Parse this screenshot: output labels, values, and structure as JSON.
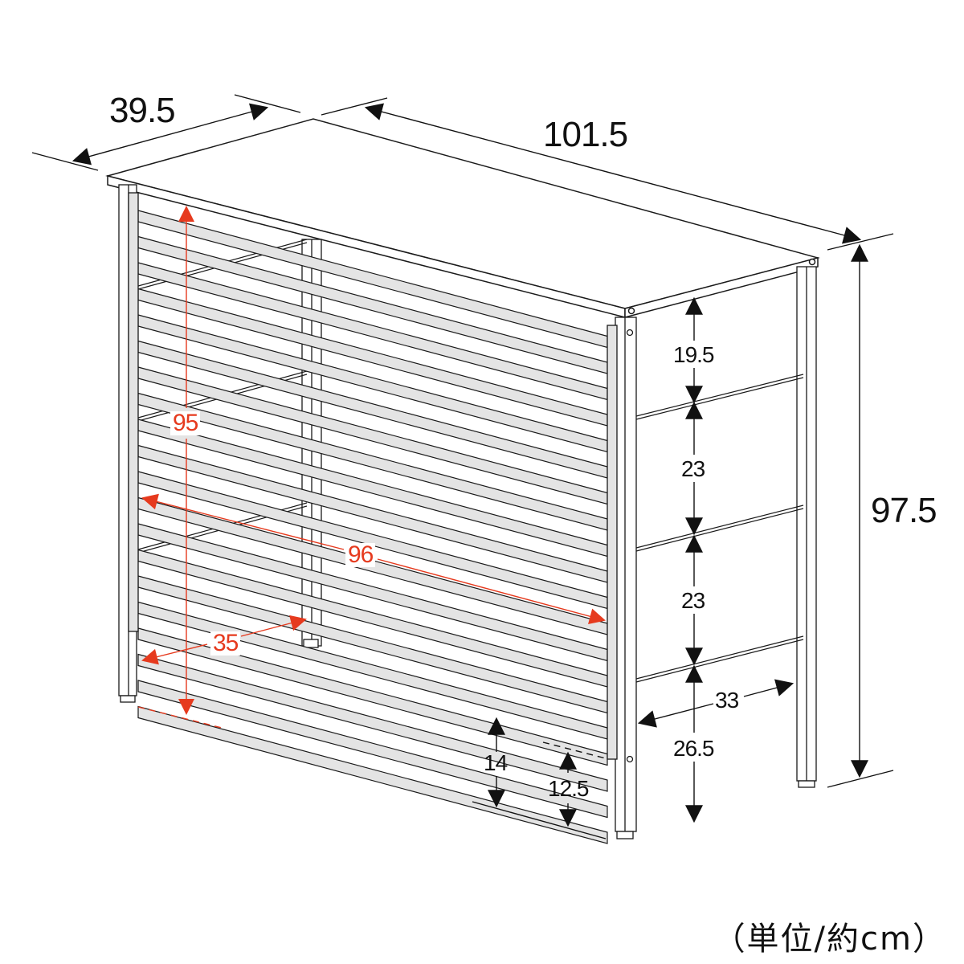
{
  "diagram": {
    "subject": "slatted cabinet / outdoor unit cover with shelves",
    "colors": {
      "outline": "#1a1a1a",
      "slat_fill": "#e4e4e4",
      "dimension_black": "#111111",
      "dimension_red": "#e63a1e",
      "background": "#ffffff"
    },
    "dimensions_outer": {
      "depth": "39.5",
      "width": "101.5",
      "height": "97.5"
    },
    "dimensions_side_shelves": {
      "top_gap": "19.5",
      "shelf_gap_1": "23",
      "shelf_gap_2": "23",
      "bottom_gap": "26.5",
      "shelf_depth": "33"
    },
    "dimensions_clearance": {
      "slat_bottom_clearance": "14",
      "side_panel_bottom_clearance": "12.5"
    },
    "dimensions_inner_red": {
      "inner_height": "95",
      "inner_width": "96",
      "inner_depth": "35"
    },
    "unit_note": "（単位/約cm）"
  }
}
